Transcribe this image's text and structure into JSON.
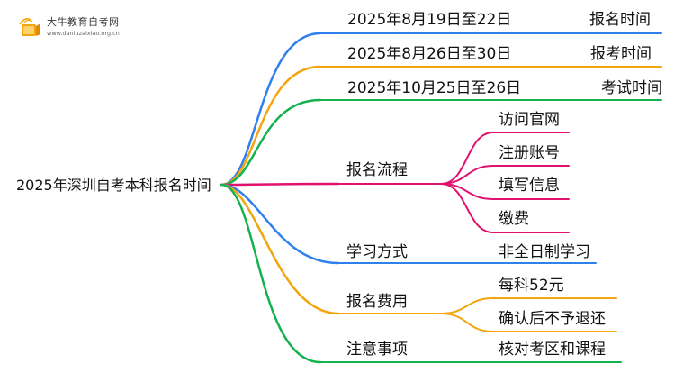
{
  "logo": {
    "name": "大牛教育自考网",
    "url": "www.daniuzaixiao.org.cn"
  },
  "mindmap": {
    "root": "2025年深圳自考本科报名时间",
    "branches": [
      {
        "label": "2025年8月19日至22日",
        "value": "报名时间",
        "color": "#2f80ed"
      },
      {
        "label": "2025年8月26日至30日",
        "value": "报考时间",
        "color": "#f2a50c"
      },
      {
        "label": "2025年10月25日至26日",
        "value": "考试时间",
        "color": "#14b24f"
      },
      {
        "label": "报名流程",
        "color": "#e0126e",
        "children": [
          "访问官网",
          "注册账号",
          "填写信息",
          "缴费"
        ]
      },
      {
        "label": "学习方式",
        "color": "#2f80ed",
        "children": [
          "非全日制学习"
        ]
      },
      {
        "label": "报名费用",
        "color": "#f2a50c",
        "children": [
          "每科52元",
          "确认后不予退还"
        ]
      },
      {
        "label": "注意事项",
        "color": "#14b24f",
        "children": [
          "核对考区和课程"
        ]
      }
    ]
  }
}
